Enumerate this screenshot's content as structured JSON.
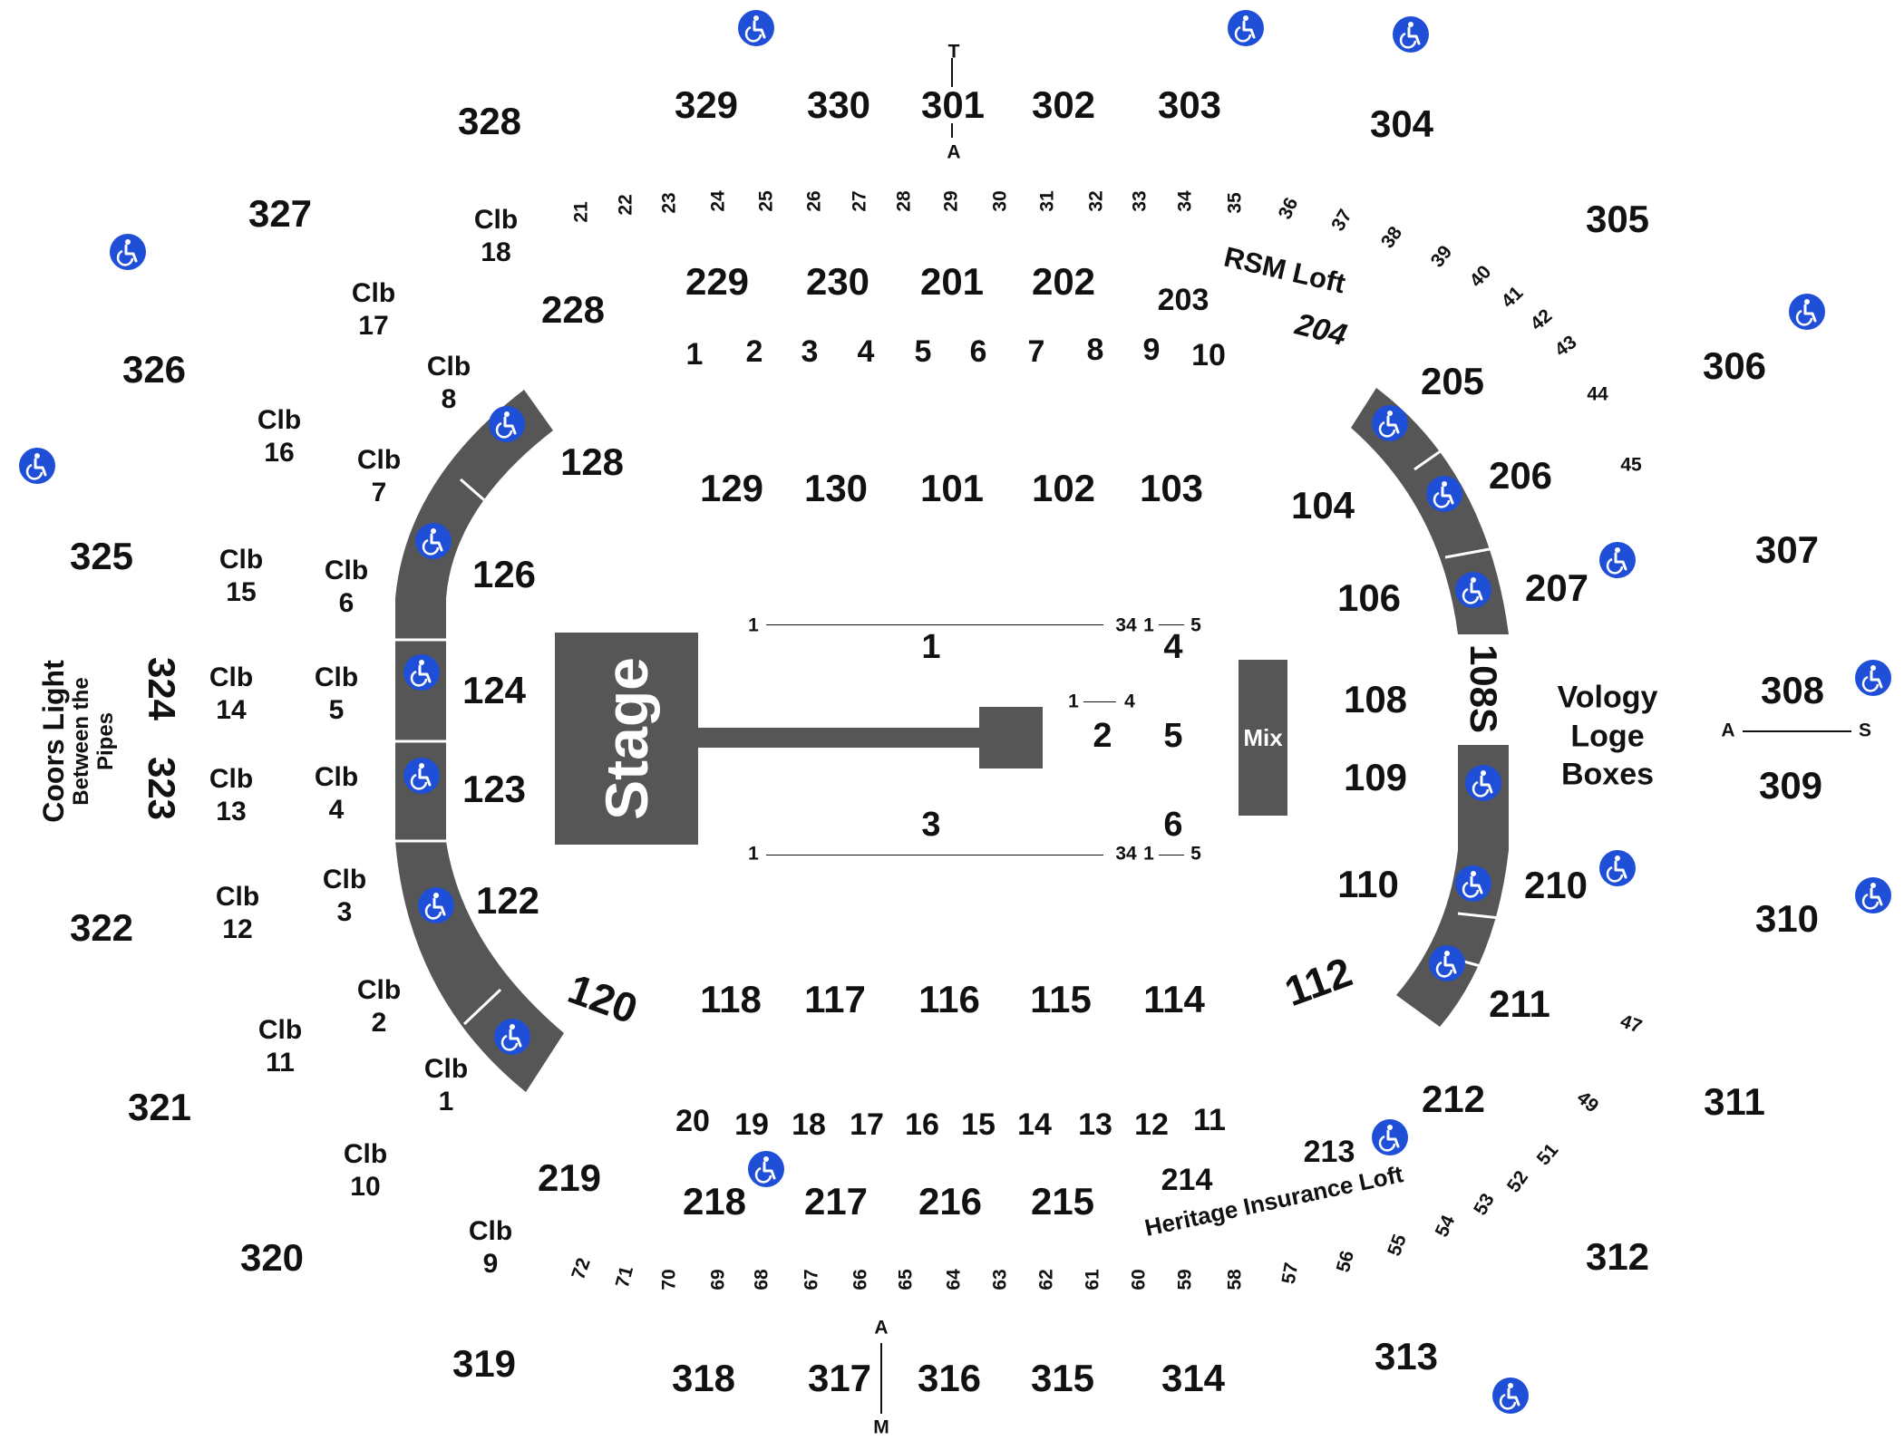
{
  "page_title": "",
  "stage": {
    "label": "Stage"
  },
  "mix": {
    "label": "Mix"
  },
  "sections": {
    "upper": [
      "301",
      "302",
      "303",
      "304",
      "305",
      "306",
      "307",
      "308",
      "309",
      "310",
      "311",
      "312",
      "313",
      "314",
      "315",
      "316",
      "317",
      "318",
      "319",
      "320",
      "321",
      "322",
      "323",
      "324",
      "325",
      "326",
      "327",
      "328",
      "329",
      "330"
    ],
    "mid": [
      "201",
      "202",
      "203",
      "204",
      "205",
      "206",
      "207",
      "108S",
      "210",
      "211",
      "212",
      "213",
      "214",
      "215",
      "216",
      "217",
      "218",
      "219",
      "228",
      "229",
      "230"
    ],
    "lower": [
      "101",
      "102",
      "103",
      "104",
      "106",
      "108",
      "109",
      "110",
      "112",
      "114",
      "115",
      "116",
      "117",
      "118",
      "120",
      "122",
      "123",
      "124",
      "126",
      "128",
      "129",
      "130"
    ],
    "floor": [
      "1",
      "2",
      "3",
      "4",
      "5",
      "6"
    ]
  },
  "top_rows": [
    "1",
    "2",
    "3",
    "4",
    "5",
    "6",
    "7",
    "8",
    "9",
    "10"
  ],
  "bottom_rows": [
    "20",
    "19",
    "18",
    "17",
    "16",
    "15",
    "14",
    "13",
    "12",
    "11"
  ],
  "top_loft_seats": [
    "21",
    "22",
    "23",
    "24",
    "25",
    "26",
    "27",
    "28",
    "29",
    "30",
    "31",
    "32",
    "33",
    "34",
    "35",
    "36",
    "37",
    "38",
    "39",
    "40",
    "41",
    "42",
    "43",
    "44",
    "45"
  ],
  "bottom_loft_seats": [
    "72",
    "71",
    "70",
    "69",
    "68",
    "67",
    "66",
    "65",
    "64",
    "63",
    "62",
    "61",
    "60",
    "59",
    "58",
    "57",
    "56",
    "55",
    "54",
    "53",
    "52",
    "51",
    "49",
    "47"
  ],
  "clubs": [
    "Clb\n1",
    "Clb\n2",
    "Clb\n3",
    "Clb\n4",
    "Clb\n5",
    "Clb\n6",
    "Clb\n7",
    "Clb\n8",
    "Clb\n9",
    "Clb\n10",
    "Clb\n11",
    "Clb\n12",
    "Clb\n13",
    "Clb\n14",
    "Clb\n15",
    "Clb\n16",
    "Clb\n17",
    "Clb\n18"
  ],
  "lofts": {
    "rsm": "RSM Loft",
    "heritage": "Heritage Insurance Loft",
    "coors_line1": "Coors Light",
    "coors_line2": "Between the",
    "coors_line3": "Pipes",
    "vology_line1": "Vology",
    "vology_line2": "Loge",
    "vology_line3": "Boxes"
  },
  "floor_row_labels": {
    "row1_start": "1",
    "row1_end": "34",
    "row1_b_start": "1",
    "row1_b_end": "5",
    "row2_start": "1",
    "row2_end": "4",
    "row3_start": "1",
    "row3_end": "34",
    "row3_b_start": "1",
    "row3_b_end": "5"
  },
  "aisle_markers": {
    "top_t": "T",
    "top_a": "A",
    "right_a": "A",
    "right_s": "S",
    "bottom_a": "A",
    "bottom_m": "M"
  },
  "icons": {
    "accessible": "wheelchair-icon"
  },
  "colors": {
    "accessible_blue": "#1e4fd6",
    "block_gray": "#565656",
    "text": "#111111"
  }
}
